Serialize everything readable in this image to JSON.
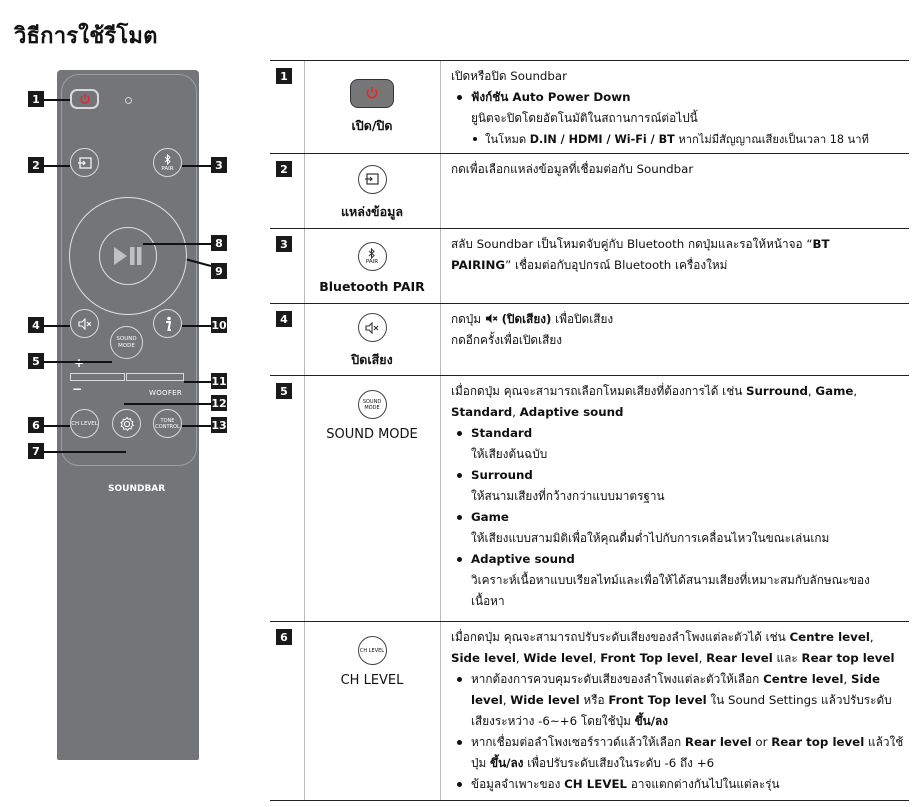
{
  "page": {
    "title": "วิธีการใช้รีโมต"
  },
  "remote": {
    "pair_label": "PAIR",
    "sound_mode_line1": "SOUND",
    "sound_mode_line2": "MODE",
    "plus": "+",
    "minus": "−",
    "woofer": "WOOFER",
    "ch_level": "CH LEVEL",
    "tone_line1": "TONE",
    "tone_line2": "CONTROL",
    "brand": "SOUNDBAR",
    "callouts": [
      "1",
      "2",
      "3",
      "4",
      "5",
      "6",
      "7",
      "8",
      "9",
      "10",
      "11",
      "12",
      "13"
    ]
  },
  "rows": [
    {
      "num": "1",
      "label": "เปิด/ปิด",
      "line1": "เปิดหรือปิด Soundbar",
      "bullet_title": "ฟังก์ชัน Auto Power Down",
      "sub": "ยูนิตจะปิดโดยอัตโนมัติในสถานการณ์ต่อไปนี้",
      "sub_bullet_pre": "ในโหมด ",
      "sub_bullet_modes": "D.IN / HDMI / Wi-Fi / BT",
      "sub_bullet_post": " หากไม่มีสัญญาณเสียงเป็นเวลา 18 นาที"
    },
    {
      "num": "2",
      "label": "แหล่งข้อมูล",
      "line1": "กดเพื่อเลือกแหล่งข้อมูลที่เชื่อมต่อกับ Soundbar"
    },
    {
      "num": "3",
      "label": "Bluetooth PAIR",
      "icon_text": "PAIR",
      "line1_pre": "สลับ Soundbar เป็นโหมดจับคู่กับ Bluetooth กดปุ่มและรอให้หน้าจอ “",
      "line1_bold": "BT",
      "line2_bold": "PAIRING",
      "line2_post": "” เชื่อมต่อกับอุปกรณ์ Bluetooth เครื่องใหม่"
    },
    {
      "num": "4",
      "label": "ปิดเสียง",
      "line1_pre": "กดปุ่ม ",
      "line1_bold": "(ปิดเสียง)",
      "line1_post": " เพื่อปิดเสียง",
      "line2": "กดอีกครั้งเพื่อเปิดเสียง"
    },
    {
      "num": "5",
      "label": "SOUND MODE",
      "icon_line1": "SOUND",
      "icon_line2": "MODE",
      "intro_pre": "เมื่อกดปุ่ม คุณจะสามารถเลือกโหมดเสียงที่ต้องการได้ เช่น ",
      "intro_b1": "Surround",
      "intro_sep1": ", ",
      "intro_b2": "Game",
      "intro_sep2": ",",
      "intro_b3": "Standard",
      "intro_sep3": ", ",
      "intro_b4": "Adaptive sound",
      "items": [
        {
          "name": "Standard",
          "desc": "ให้เสียงต้นฉบับ"
        },
        {
          "name": "Surround",
          "desc": "ให้สนามเสียงที่กว้างกว่าแบบมาตรฐาน"
        },
        {
          "name": "Game",
          "desc": "ให้เสียงแบบสามมิติเพื่อให้คุณดื่มด่ำไปกับการเคลื่อนไหวในขณะเล่นเกม"
        },
        {
          "name": "Adaptive sound",
          "desc": "วิเคราะห์เนื้อหาแบบเรียลไทม์และเพื่อให้ได้สนามเสียงที่เหมาะสมกับลักษณะของ",
          "desc2": "เนื้อหา"
        }
      ]
    },
    {
      "num": "6",
      "label": "CH LEVEL",
      "icon_text": "CH LEVEL",
      "intro_pre": "เมื่อกดปุ่ม คุณจะสามารถปรับระดับเสียงของลำโพงแต่ละตัวได้ เช่น ",
      "intro_b1": "Centre level",
      "intro_sep1": ",",
      "intro_b2": "Side level",
      "intro_sep2": ", ",
      "intro_b3": "Wide level",
      "intro_sep3": ", ",
      "intro_b4": "Front Top level",
      "intro_sep4": ", ",
      "intro_b5": "Rear level",
      "intro_sep5": " และ ",
      "intro_b6": "Rear top level",
      "b1_pre": "หากต้องการควบคุมระดับเสียงของลำโพงแต่ละตัวให้เลือก ",
      "b1_bold1": "Centre level",
      "b1_sep1": ", ",
      "b1_bold2": "Side",
      "b1_bold3": "level",
      "b1_sep2": ", ",
      "b1_bold4": "Wide level",
      "b1_sep3": " หรือ ",
      "b1_bold5": "Front Top level",
      "b1_post": " ใน Sound Settings แล้วปรับระดับ",
      "b1_line3_pre": "เสียงระหว่าง -6~+6 โดยใช้ปุ่ม ",
      "b1_line3_bold": "ขึ้น/ลง",
      "b2_pre": "หากเชื่อมต่อลำโพงเซอร์ราวด์แล้วให้เลือก ",
      "b2_bold1": "Rear level",
      "b2_sep": " or ",
      "b2_bold2": "Rear top level",
      "b2_post": " แล้วใช้",
      "b2_line2_pre": "ปุ่ม ",
      "b2_line2_bold": "ขึ้น/ลง",
      "b2_line2_post": " เพื่อปรับระดับเสียงในระดับ -6 ถึง +6",
      "b3_pre": "ข้อมูลจำเพาะของ ",
      "b3_bold": "CH LEVEL",
      "b3_post": " อาจแตกต่างกันไปในแต่ละรุ่น"
    }
  ],
  "colors": {
    "power_red": "#e8242a",
    "remote_body": "#737578",
    "callout_bg": "#1a1a1a"
  }
}
